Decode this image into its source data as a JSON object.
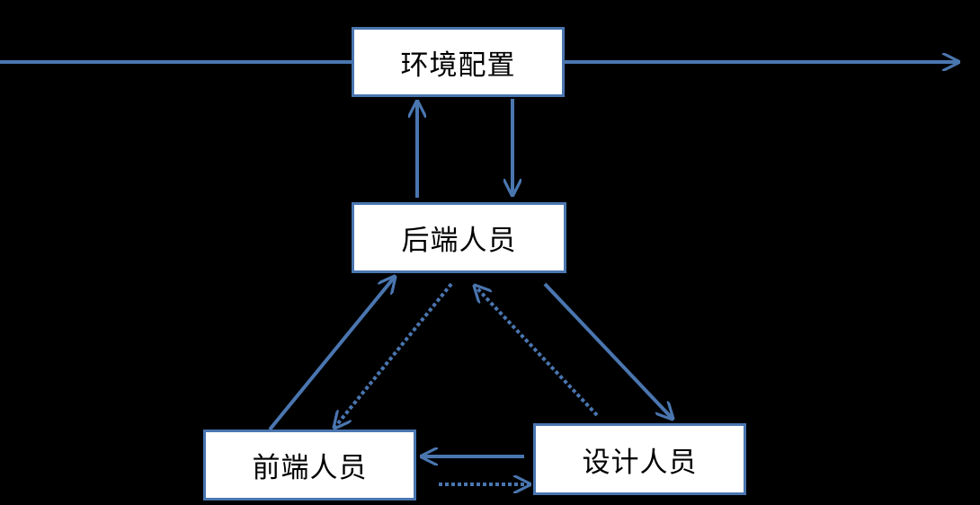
{
  "nodes": {
    "env": "环境配置",
    "backend": "后端人员",
    "frontend": "前端人员",
    "designer": "设计人员"
  },
  "colors": {
    "background": "#000000",
    "box_fill": "#ffffff",
    "line": "#4a76b0",
    "text": "#000000"
  },
  "edges": [
    {
      "from": "left-edge",
      "to": "env",
      "style": "solid",
      "arrow": false
    },
    {
      "from": "env",
      "to": "right-edge",
      "style": "solid",
      "arrow": true
    },
    {
      "from": "backend",
      "to": "env",
      "style": "solid",
      "arrow": true
    },
    {
      "from": "env",
      "to": "backend",
      "style": "solid",
      "arrow": true
    },
    {
      "from": "frontend",
      "to": "backend",
      "style": "solid",
      "arrow": true
    },
    {
      "from": "backend",
      "to": "frontend",
      "style": "dotted",
      "arrow": true
    },
    {
      "from": "backend",
      "to": "designer",
      "style": "solid",
      "arrow": true
    },
    {
      "from": "designer",
      "to": "backend",
      "style": "dotted",
      "arrow": true
    },
    {
      "from": "designer",
      "to": "frontend",
      "style": "solid",
      "arrow": true
    },
    {
      "from": "frontend",
      "to": "designer",
      "style": "dotted",
      "arrow": true
    }
  ]
}
